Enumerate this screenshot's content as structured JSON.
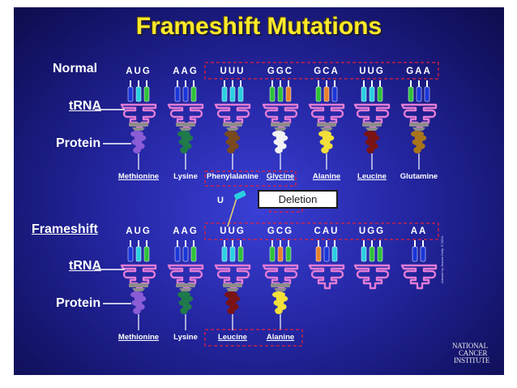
{
  "title": "Frameshift Mutations",
  "labels": {
    "normal": "Normal",
    "frameshift": "Frameshift",
    "trna": "tRNA",
    "protein": "Protein"
  },
  "deletion_label": "Deletion",
  "deleted_base": "U",
  "credit": "Artwork by Jeanne Kelly. © 2004.",
  "logo_lines": [
    "NATIONAL",
    "CANCER",
    "INSTITUTE"
  ],
  "normal_row": [
    {
      "codon": "AUG",
      "amino_acid": "Methionine",
      "underlined": true,
      "bases": [
        "A",
        "U",
        "G"
      ],
      "protein_color": "#8a5cd6"
    },
    {
      "codon": "AAG",
      "amino_acid": "Lysine",
      "underlined": false,
      "bases": [
        "A",
        "A",
        "G"
      ],
      "protein_color": "#1f7a4a"
    },
    {
      "codon": "UUU",
      "amino_acid": "Phenylalanine",
      "underlined": false,
      "bases": [
        "U",
        "U",
        "U"
      ],
      "protein_color": "#7a4a1e"
    },
    {
      "codon": "GGC",
      "amino_acid": "Glycine",
      "underlined": true,
      "bases": [
        "G",
        "G",
        "C"
      ],
      "protein_color": "#f2f2f2"
    },
    {
      "codon": "GCA",
      "amino_acid": "Alanine",
      "underlined": true,
      "bases": [
        "G",
        "C",
        "A"
      ],
      "protein_color": "#f2df3a"
    },
    {
      "codon": "UUG",
      "amino_acid": "Leucine",
      "underlined": true,
      "bases": [
        "U",
        "U",
        "G"
      ],
      "protein_color": "#7a1414"
    },
    {
      "codon": "GAA",
      "amino_acid": "Glutamine",
      "underlined": false,
      "bases": [
        "G",
        "A",
        "A"
      ],
      "protein_color": "#a8741c"
    }
  ],
  "frameshift_row": [
    {
      "codon": "AUG",
      "amino_acid": "Methionine",
      "underlined": true,
      "bases": [
        "A",
        "U",
        "G"
      ],
      "protein_color": "#8a5cd6"
    },
    {
      "codon": "AAG",
      "amino_acid": "Lysine",
      "underlined": false,
      "bases": [
        "A",
        "A",
        "G"
      ],
      "protein_color": "#1f7a4a"
    },
    {
      "codon": "UUG",
      "amino_acid": "Leucine",
      "underlined": true,
      "bases": [
        "U",
        "U",
        "G"
      ],
      "protein_color": "#7a1414"
    },
    {
      "codon": "GCG",
      "amino_acid": "Alanine",
      "underlined": true,
      "bases": [
        "G",
        "C",
        "G"
      ],
      "protein_color": "#f2df3a"
    },
    {
      "codon": "CAU",
      "amino_acid": "",
      "underlined": false,
      "bases": [
        "C",
        "A",
        "U"
      ],
      "protein_color": ""
    },
    {
      "codon": "UGG",
      "amino_acid": "",
      "underlined": false,
      "bases": [
        "U",
        "G",
        "G"
      ],
      "protein_color": ""
    },
    {
      "codon": "AA",
      "amino_acid": "",
      "underlined": false,
      "bases": [
        "A",
        "A"
      ],
      "protein_color": ""
    }
  ],
  "base_colors": {
    "A": "#1a36d8",
    "U": "#2ad0e0",
    "G": "#2fc23a",
    "C": "#e8822a"
  },
  "trna_color": "#e27cd6",
  "protein_cap_color": "#8c8c8c",
  "highlight_color": "#e0203a"
}
